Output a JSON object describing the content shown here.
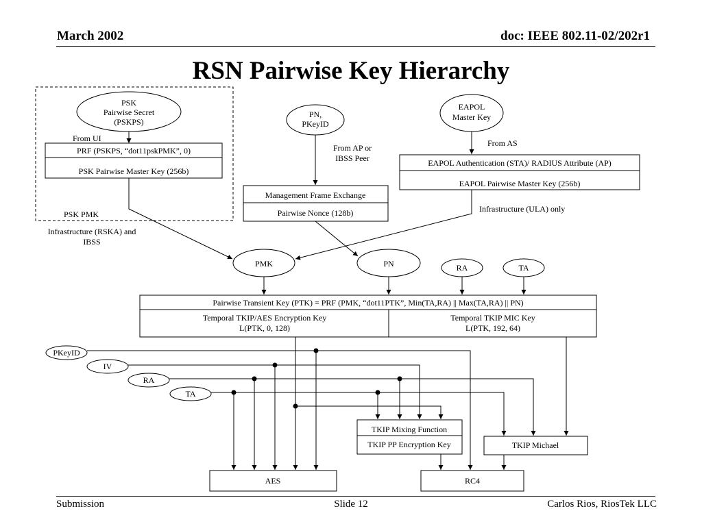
{
  "header": {
    "date": "March 2002",
    "doc": "doc: IEEE 802.11-02/202r1"
  },
  "title": "RSN Pairwise Key Hierarchy",
  "footer": {
    "left": "Submission",
    "center": "Slide 12",
    "right": "Carlos Rios, RiosTek LLC"
  },
  "diagram": {
    "psk_secret": [
      "PSK",
      "Pairwise Secret",
      "(PSKPS)"
    ],
    "from_ui": "From UI",
    "psk_prf": "PRF (PSKPS, “dot11pskPMK”, 0)",
    "psk_pmk_box": "PSK Pairwise Master Key (256b)",
    "psk_pmk_label": "PSK PMK",
    "infra_rska": [
      "Infrastructure (RSKA) and",
      "IBSS"
    ],
    "pn_pkeyid": [
      "PN,",
      "PKeyID"
    ],
    "from_ap": [
      "From AP or",
      "IBSS Peer"
    ],
    "mgmt_exchange": "Management Frame Exchange",
    "pairwise_nonce": "Pairwise Nonce (128b)",
    "eapol_master": [
      "EAPOL",
      "Master Key"
    ],
    "from_as": "From AS",
    "eapol_auth": "EAPOL Authentication (STA)/ RADIUS Attribute (AP)",
    "eapol_pmk": "EAPOL Pairwise Master Key (256b)",
    "infra_ula": "Infrastructure (ULA) only",
    "pmk": "PMK",
    "pn": "PN",
    "ra": "RA",
    "ta": "TA",
    "ptk_title": "Pairwise Transient Key (PTK) = PRF (PMK, “dot11PTK”, Min(TA,RA) || Max(TA,RA) || PN)",
    "temporal_enc": [
      "Temporal TKIP/AES Encryption Key",
      "L(PTK, 0, 128)"
    ],
    "temporal_mic": [
      "Temporal TKIP MIC Key",
      "L(PTK, 192, 64)"
    ],
    "in_pkeyid": "PKeyID",
    "in_iv": "IV",
    "in_ra": "RA",
    "in_ta": "TA",
    "tkip_mixing": "TKIP Mixing Function",
    "tkip_pp": "TKIP PP Encryption Key",
    "tkip_michael": "TKIP Michael",
    "aes": "AES",
    "rc4": "RC4"
  }
}
